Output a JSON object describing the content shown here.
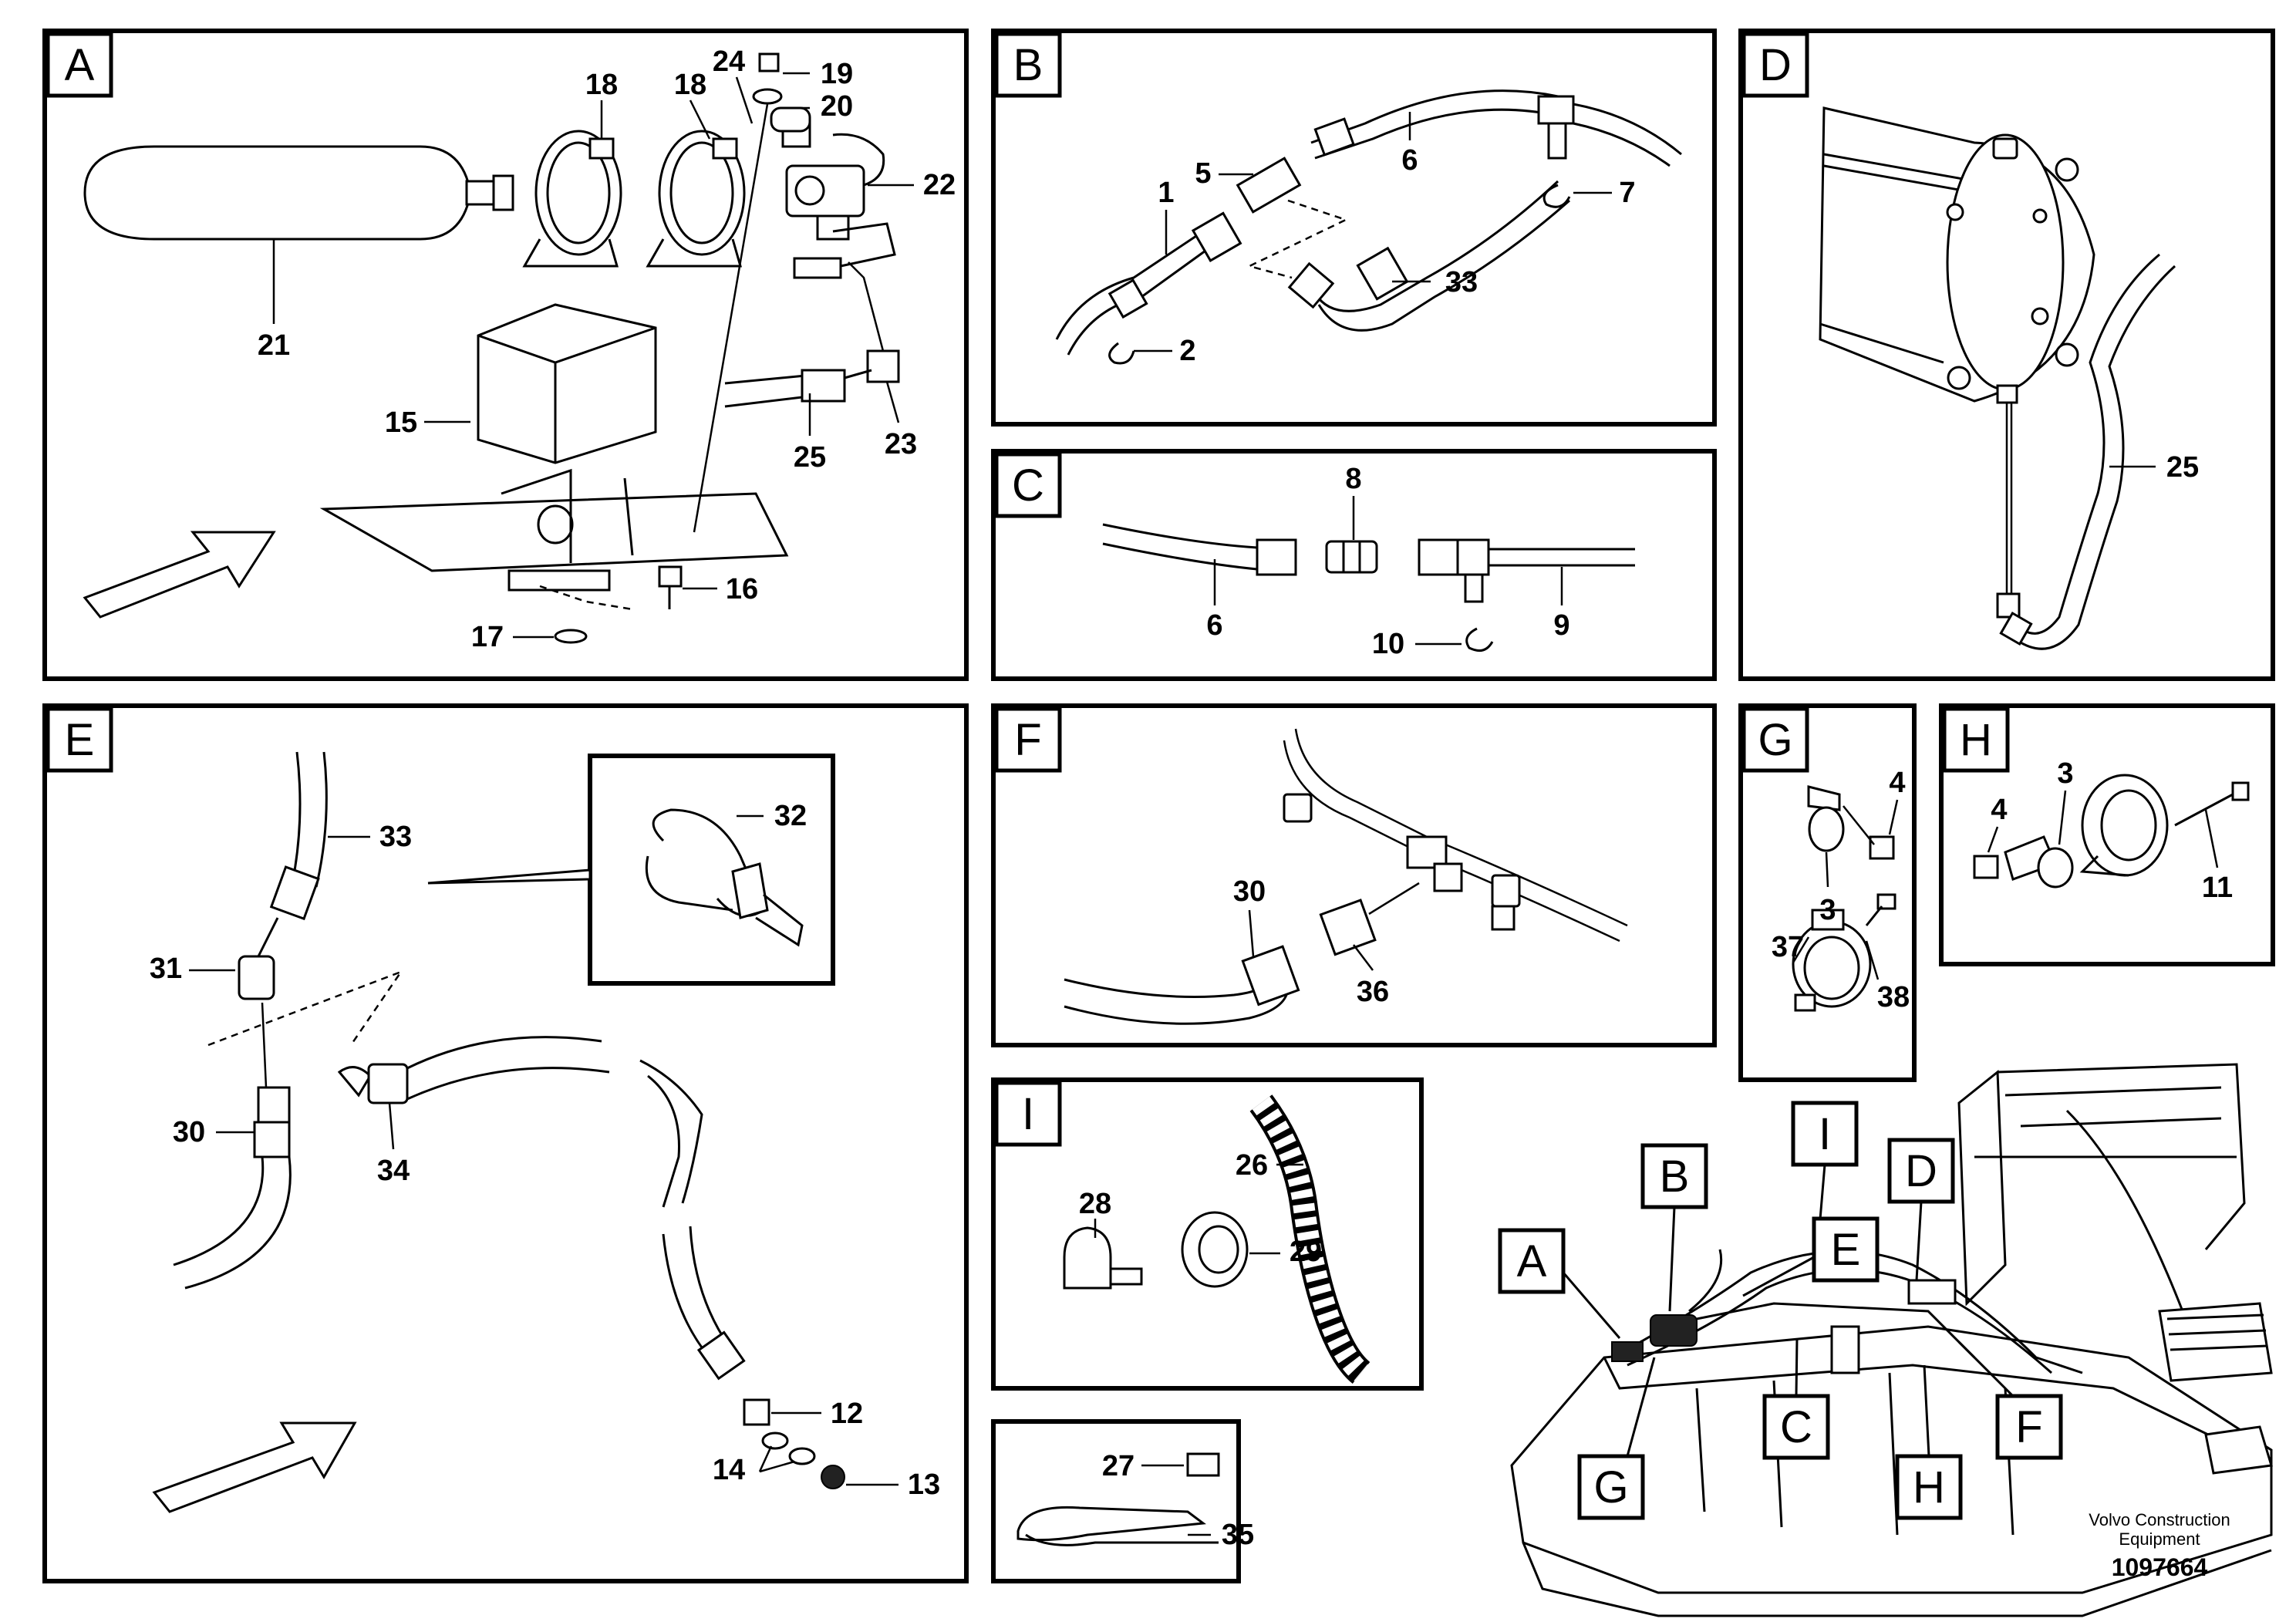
{
  "panels": {
    "A": {
      "label": "A",
      "callouts": [
        "18",
        "18",
        "24",
        "19",
        "20",
        "22",
        "21",
        "15",
        "25",
        "23",
        "16",
        "17"
      ]
    },
    "B": {
      "label": "B",
      "callouts": [
        "1",
        "5",
        "6",
        "7",
        "33",
        "2"
      ]
    },
    "C": {
      "label": "C",
      "callouts": [
        "8",
        "6",
        "9",
        "10"
      ]
    },
    "D": {
      "label": "D",
      "callouts": [
        "25"
      ]
    },
    "E": {
      "label": "E",
      "callouts": [
        "33",
        "32",
        "31",
        "30",
        "34",
        "12",
        "14",
        "13"
      ]
    },
    "F": {
      "label": "F",
      "callouts": [
        "30",
        "36"
      ]
    },
    "G": {
      "label": "G",
      "callouts": [
        "4",
        "3",
        "37",
        "38"
      ]
    },
    "H": {
      "label": "H",
      "callouts": [
        "3",
        "4",
        "11"
      ]
    },
    "I": {
      "label": "I",
      "callouts": [
        "28",
        "26",
        "29"
      ]
    },
    "J": {
      "callouts": [
        "27",
        "35"
      ]
    }
  },
  "overview": {
    "tags": [
      "A",
      "B",
      "I",
      "D",
      "E",
      "C",
      "F",
      "G",
      "H"
    ]
  },
  "footer": {
    "company_line1": "Volvo Construction",
    "company_line2": "Equipment",
    "drawing_number": "1097664"
  }
}
